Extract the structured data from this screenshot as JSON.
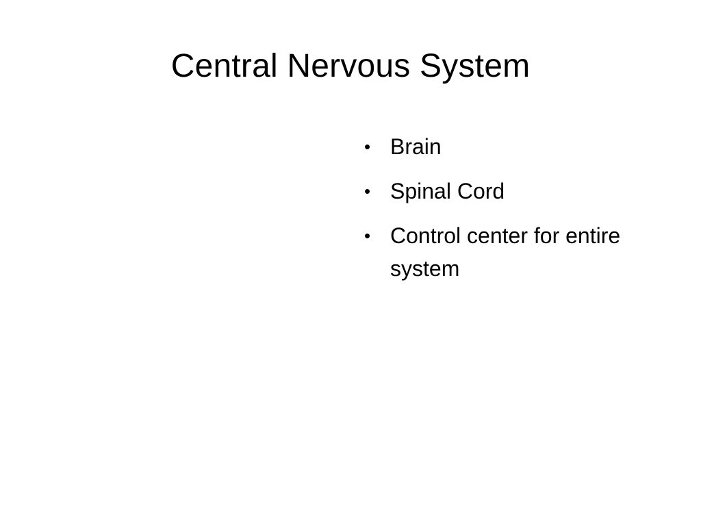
{
  "slide": {
    "title": "Central Nervous System",
    "bullet_marker": "•",
    "bullets": [
      {
        "text": "Brain"
      },
      {
        "text": "Spinal Cord"
      },
      {
        "text": "Control center for entire system"
      }
    ]
  }
}
